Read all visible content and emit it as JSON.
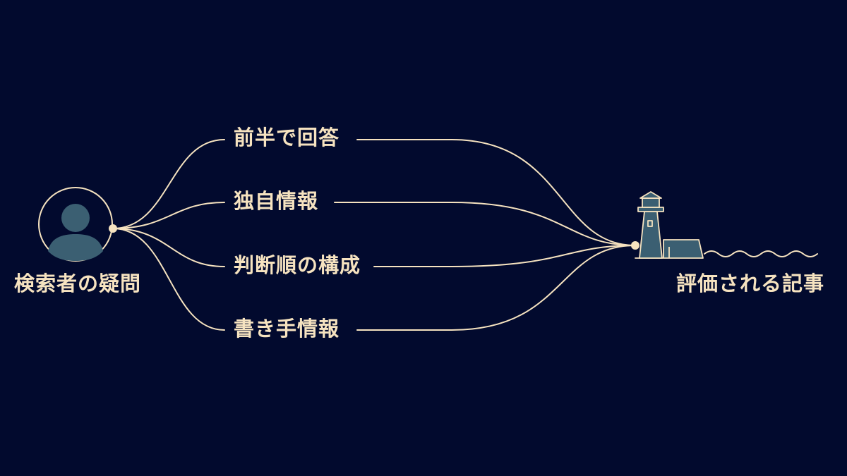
{
  "diagram": {
    "source_label": "検索者の疑問",
    "target_label": "評価される記事",
    "branches": [
      {
        "label": "前半で回答"
      },
      {
        "label": "独自情報"
      },
      {
        "label": "判断順の構成"
      },
      {
        "label": "書き手情報"
      }
    ]
  },
  "icons": {
    "source": "user-icon",
    "target": "lighthouse-icon",
    "water": "wave-icon"
  },
  "colors": {
    "background": "#020a2e",
    "line": "#f6e3c0",
    "fill": "#3b5f72"
  }
}
